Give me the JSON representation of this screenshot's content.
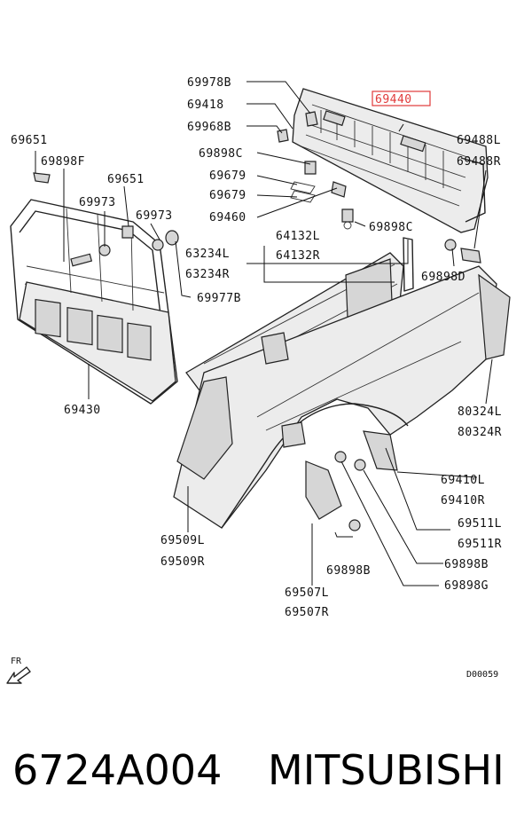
{
  "labels": {
    "p69978B": "69978B",
    "p69418": "69418",
    "p69968B": "69968B",
    "p69898C_a": "69898C",
    "p69679_a": "69679",
    "p69679_b": "69679",
    "p69460": "69460",
    "p69898C_b": "69898C",
    "p69440": "69440",
    "p69488L": "69488L",
    "p69488R": "69488R",
    "p69651_a": "69651",
    "p69898F": "69898F",
    "p69651_b": "69651",
    "p69973_a": "69973",
    "p69973_b": "69973",
    "p63234L": "63234L",
    "p63234R": "63234R",
    "p64132L": "64132L",
    "p64132R": "64132R",
    "p69977B": "69977B",
    "p69898D": "69898D",
    "p69430": "69430",
    "p80324L": "80324L",
    "p80324R": "80324R",
    "p69410L": "69410L",
    "p69410R": "69410R",
    "p69511L": "69511L",
    "p69511R": "69511R",
    "p69898B_a": "69898B",
    "p69898G": "69898G",
    "p69509L": "69509L",
    "p69509R": "69509R",
    "p69898B_b": "69898B",
    "p69507L": "69507L",
    "p69507R": "69507R"
  },
  "direction_label": "FR",
  "diagram_code": "D00059",
  "part_number": "6724A004",
  "brand": "MITSUBISHI",
  "highlight_color": "#e03a3a"
}
